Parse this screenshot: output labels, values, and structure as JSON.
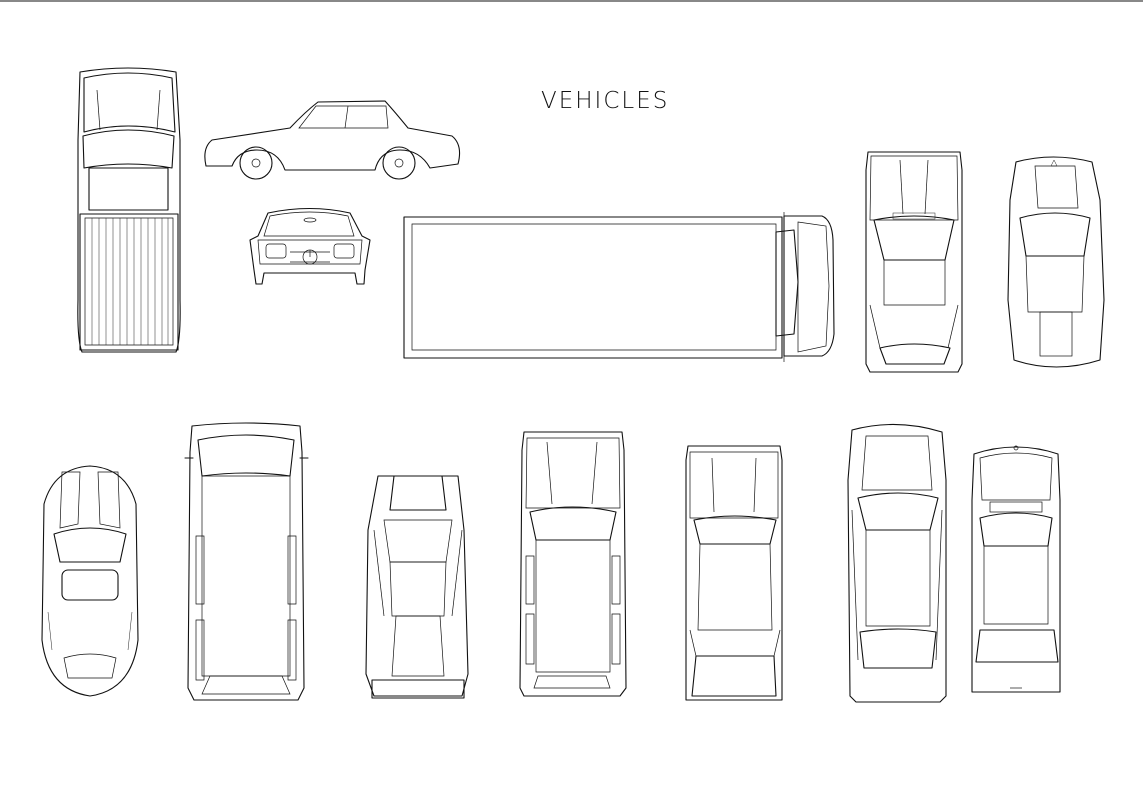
{
  "drawing": {
    "title": "VEHICLES",
    "line_color": "#111111",
    "background": "#ffffff",
    "border_line": "top-edge"
  },
  "vehicles": [
    {
      "id": "pickup-truck",
      "view": "top"
    },
    {
      "id": "sedan",
      "view": "side"
    },
    {
      "id": "roadster",
      "view": "front"
    },
    {
      "id": "box-truck",
      "view": "top"
    },
    {
      "id": "hatchback-a",
      "view": "top"
    },
    {
      "id": "sports-coupe-a",
      "view": "top"
    },
    {
      "id": "sports-car-round",
      "view": "top"
    },
    {
      "id": "van",
      "view": "top"
    },
    {
      "id": "supercar",
      "view": "top"
    },
    {
      "id": "station-wagon",
      "view": "top"
    },
    {
      "id": "sedan-b",
      "view": "top"
    },
    {
      "id": "coupe-long",
      "view": "top"
    },
    {
      "id": "compact-car",
      "view": "top"
    }
  ]
}
